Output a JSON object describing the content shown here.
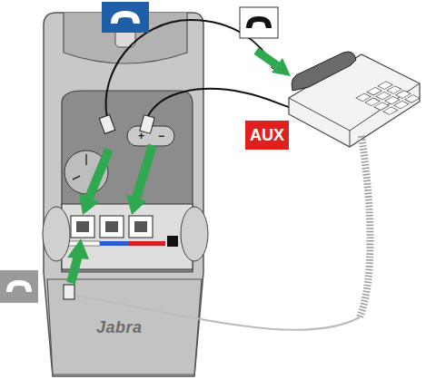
{
  "diagram": {
    "nodes": [
      {
        "text": [
          "AUX"
        ]
      }
    ],
    "labels": [
      "+",
      "−",
      "Jabra"
    ]
  }
}
